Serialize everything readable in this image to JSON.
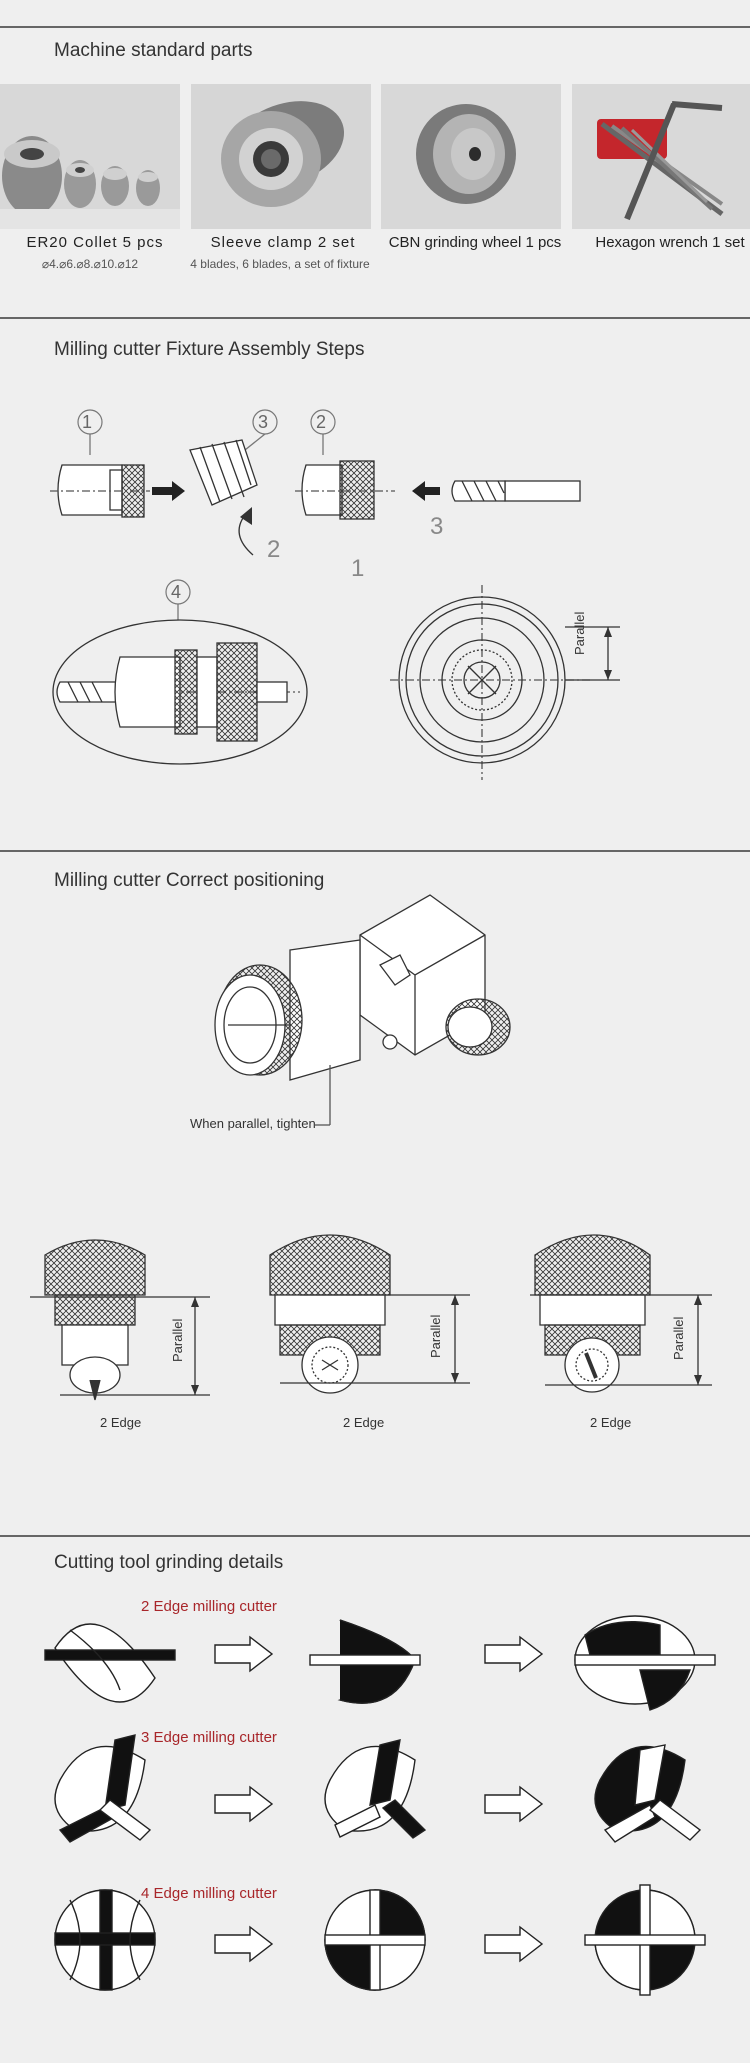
{
  "sections": {
    "standard_parts": {
      "title": "Machine standard parts",
      "items": [
        {
          "name": "ER20 Collet 5 pcs",
          "sub": "⌀4.⌀6.⌀8.⌀10.⌀12"
        },
        {
          "name": "Sleeve clamp 2 set",
          "sub": "4 blades, 6 blades, a set of fixture"
        },
        {
          "name": "CBN grinding wheel 1 pcs",
          "sub": ""
        },
        {
          "name": "Hexagon wrench 1 set",
          "sub": ""
        }
      ]
    },
    "assembly": {
      "title": "Milling cutter Fixture Assembly Steps",
      "markers": [
        "1",
        "3",
        "2",
        "4"
      ],
      "steps": [
        "2",
        "1",
        "3"
      ],
      "parallel_label": "Parallel"
    },
    "positioning": {
      "title": "Milling cutter Correct positioning",
      "tighten_note": "When parallel, tighten",
      "edges": [
        "2 Edge",
        "2 Edge",
        "2 Edge"
      ],
      "parallel_label": "Parallel"
    },
    "grinding": {
      "title": "Cutting tool grinding details",
      "rows": [
        "2 Edge milling cutter",
        "3 Edge milling cutter",
        "4 Edge milling cutter"
      ]
    }
  },
  "colors": {
    "accent_red": "#a8262a",
    "rule": "#666666",
    "background": "#efefef"
  }
}
